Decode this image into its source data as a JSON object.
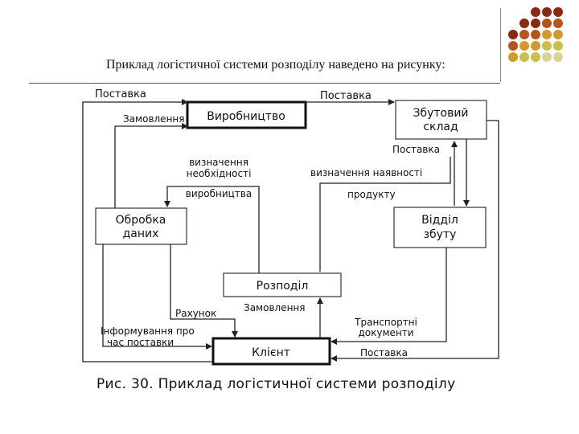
{
  "header": {
    "text": "Приклад логістичної системи розподілу наведено на рисунку:",
    "dot_colors": [
      "#8B2A12",
      "#B5541C",
      "#D29A2E",
      "#C8BF4E",
      "#D8D39A"
    ]
  },
  "diagram": {
    "boxes": {
      "production": "Виробництво",
      "warehouse_line1": "Збутовий",
      "warehouse_line2": "склад",
      "processing_line1": "Обробка",
      "processing_line2": "даних",
      "sales_line1": "Відділ",
      "sales_line2": "збуту",
      "distribution": "Розподіл",
      "client": "Клієнт"
    },
    "labels": {
      "supply_top_left": "Поставка",
      "supply_top_right": "Поставка",
      "order_top": "Замовлення",
      "need_line1": "визначення",
      "need_line2": "необхідності",
      "need_line3": "виробництва",
      "supply_middle": "Поставка",
      "availability_line1": "визначення наявності",
      "availability_line2": "продукту",
      "invoice": "Рахунок",
      "order_bottom": "Замовлення",
      "info_line1": "Інформування про",
      "info_line2": "час поставки",
      "transport_line1": "Транспортні",
      "transport_line2": "документи",
      "supply_bottom": "Поставка"
    }
  },
  "caption": "Рис. 30. Приклад логістичної системи розподілу"
}
